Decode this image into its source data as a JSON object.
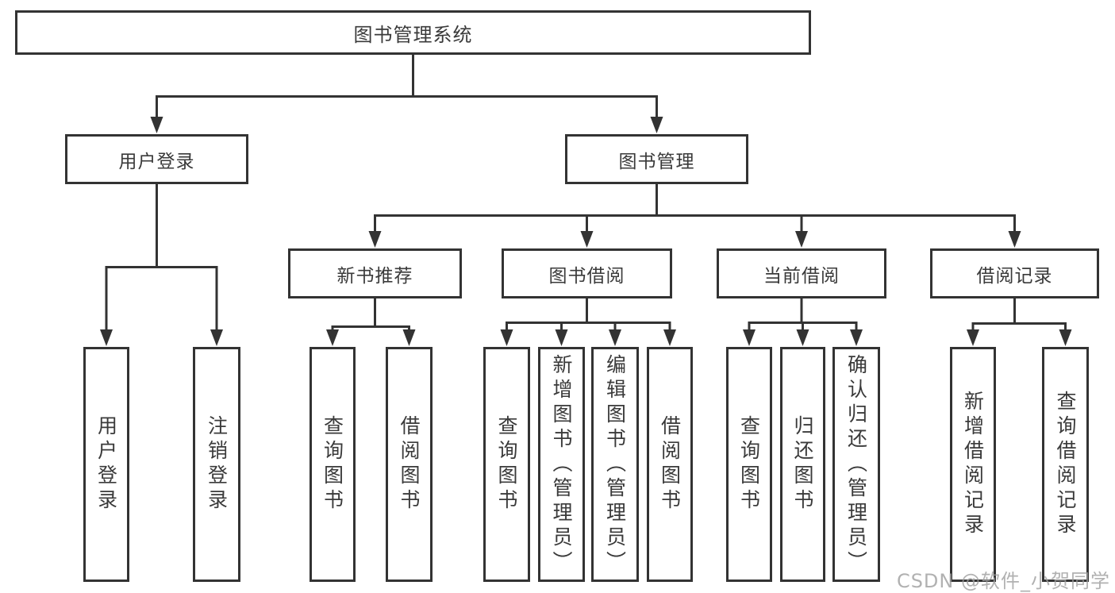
{
  "diagram": {
    "nodes": {
      "root": "图书管理系统",
      "user_login": "用户登录",
      "book_management": "图书管理",
      "new_book_recommend": "新书推荐",
      "book_borrow": "图书借阅",
      "current_borrow": "当前借阅",
      "borrow_record": "借阅记录"
    },
    "leaves": {
      "user_login": [
        "用户登录",
        "注销登录"
      ],
      "new_book_recommend": [
        "查询图书",
        "借阅图书"
      ],
      "book_borrow": [
        "查询图书",
        "新增图书（管理员）",
        "编辑图书（管理员）",
        "借阅图书"
      ],
      "current_borrow": [
        "查询图书",
        "归还图书",
        "确认归还（管理员）"
      ],
      "borrow_record": [
        "新增借阅记录",
        "查询借阅记录"
      ]
    }
  },
  "watermark": "CSDN @软件_小贺同学",
  "colors": {
    "line": "#333333",
    "text": "#3a3a3a",
    "box_background": "#ffffff",
    "watermark": "#9e9e9e",
    "background": "#ffffff"
  }
}
